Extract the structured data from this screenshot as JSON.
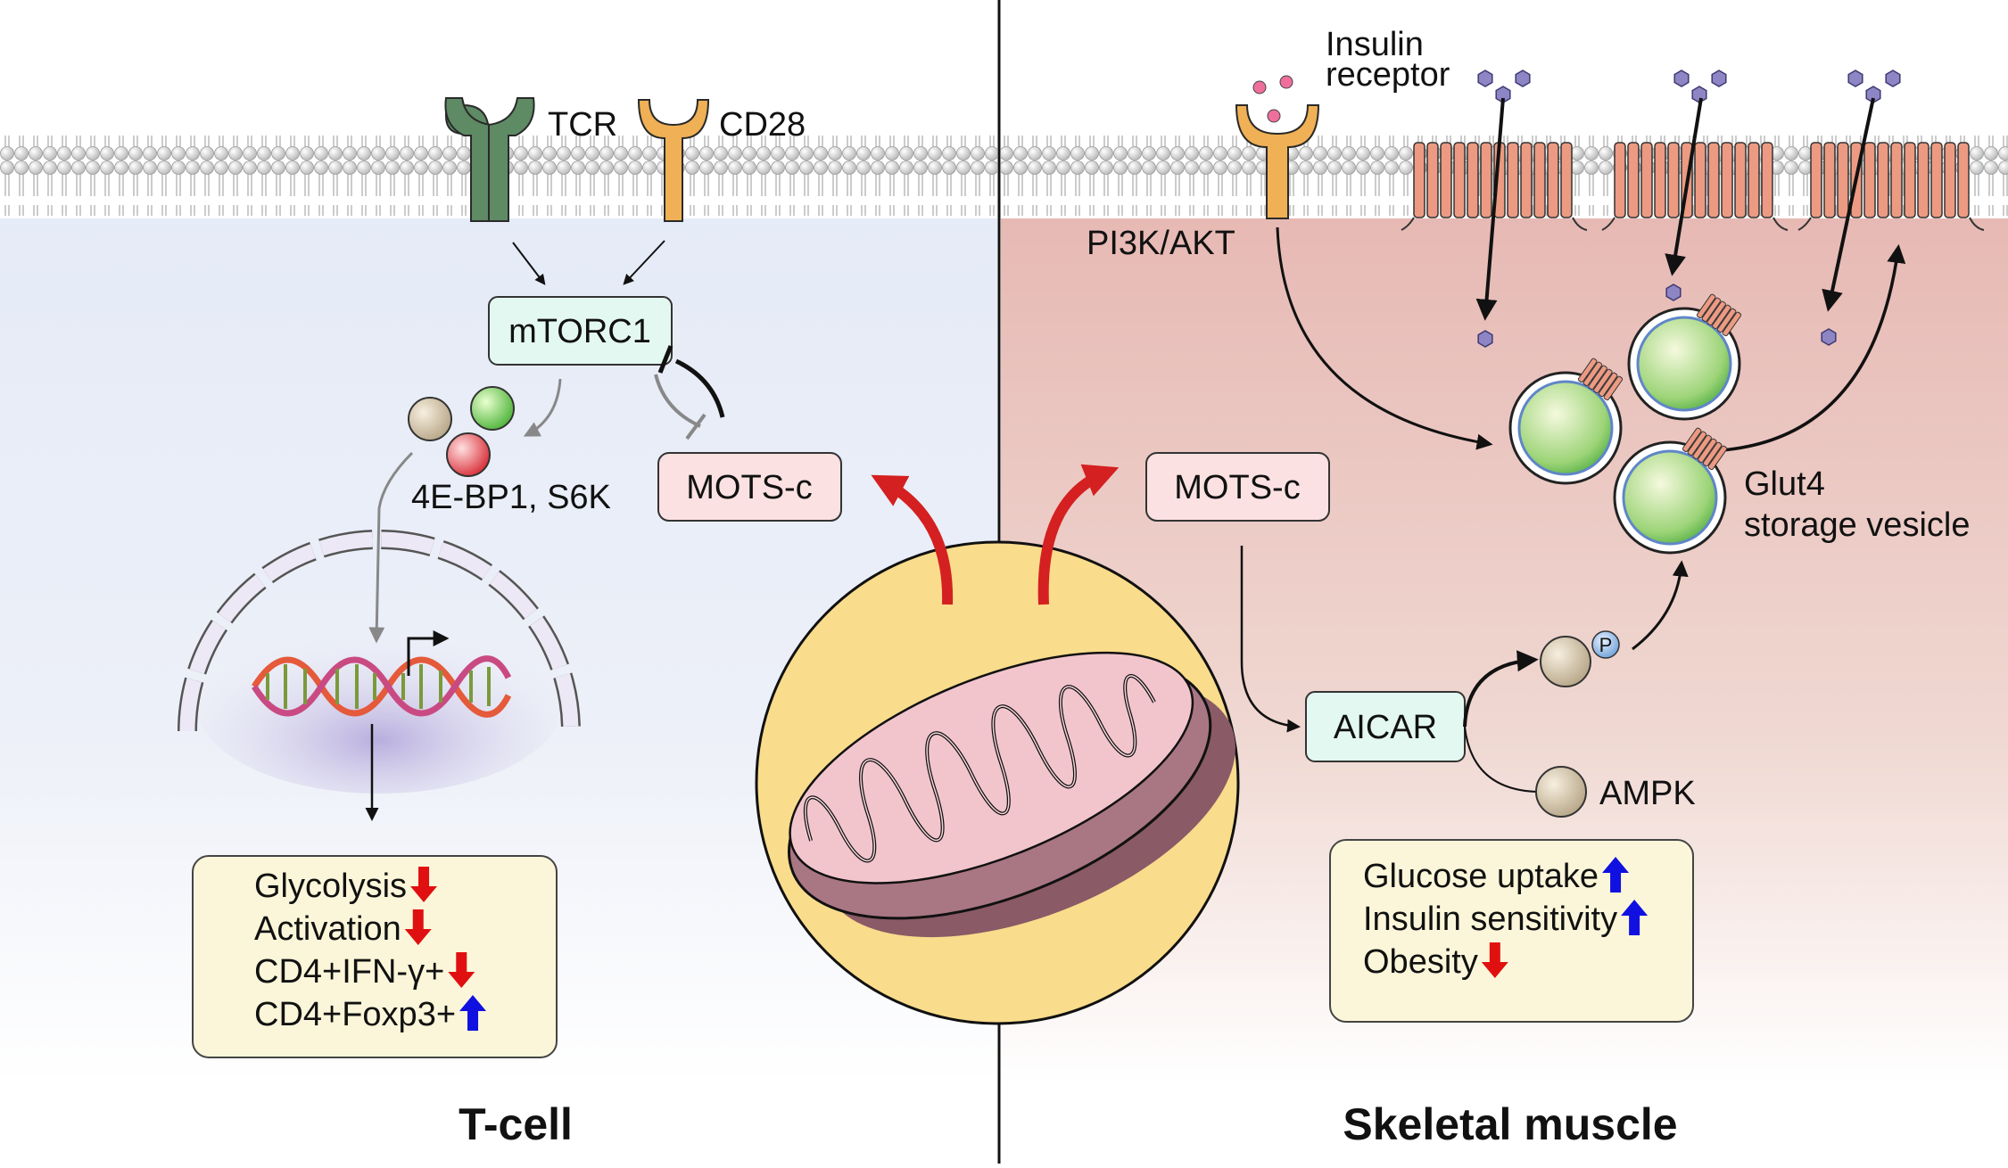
{
  "left_panel": {
    "title": "T-cell",
    "receptors": {
      "tcr": "TCR",
      "cd28": "CD28"
    },
    "mtorc1": "mTORC1",
    "effectors": "4E-BP1, S6K",
    "mots_c": "MOTS-c",
    "outcomes": [
      {
        "label": "Glycolysis",
        "direction": "down"
      },
      {
        "label": "Activation",
        "direction": "down"
      },
      {
        "label": "CD4+IFN-γ+",
        "direction": "down"
      },
      {
        "label": "CD4+Foxp3+",
        "direction": "up"
      }
    ]
  },
  "right_panel": {
    "title": "Skeletal muscle",
    "insulin_receptor": "Insulin\nreceptor",
    "insulin_receptor_lines": [
      "Insulin",
      "receptor"
    ],
    "pi3k": "PI3K/AKT",
    "mots_c": "MOTS-c",
    "aicar": "AICAR",
    "ampk": "AMPK",
    "phospho": "P",
    "glut4_lines": [
      "Glut4",
      "storage vesicle"
    ],
    "outcomes": [
      {
        "label": "Glucose uptake",
        "direction": "up"
      },
      {
        "label": "Insulin sensitivity",
        "direction": "up"
      },
      {
        "label": "Obesity",
        "direction": "down"
      }
    ]
  },
  "colors": {
    "up_arrow": "#1010e0",
    "down_arrow": "#e01010",
    "mitochondria_arrow": "#d42020",
    "tcell_bg": "#e9eef8",
    "muscle_bg": "#ecc9c4",
    "tcr": "#5e8a64",
    "cd28": "#f0b055",
    "glut4": "#ec9a82",
    "mtorc1_box": "#e4f8f2",
    "motsc_box": "#fbe1e1",
    "outcome_box": "#fbf6d9",
    "mito_circle": "#f9dc8c"
  }
}
